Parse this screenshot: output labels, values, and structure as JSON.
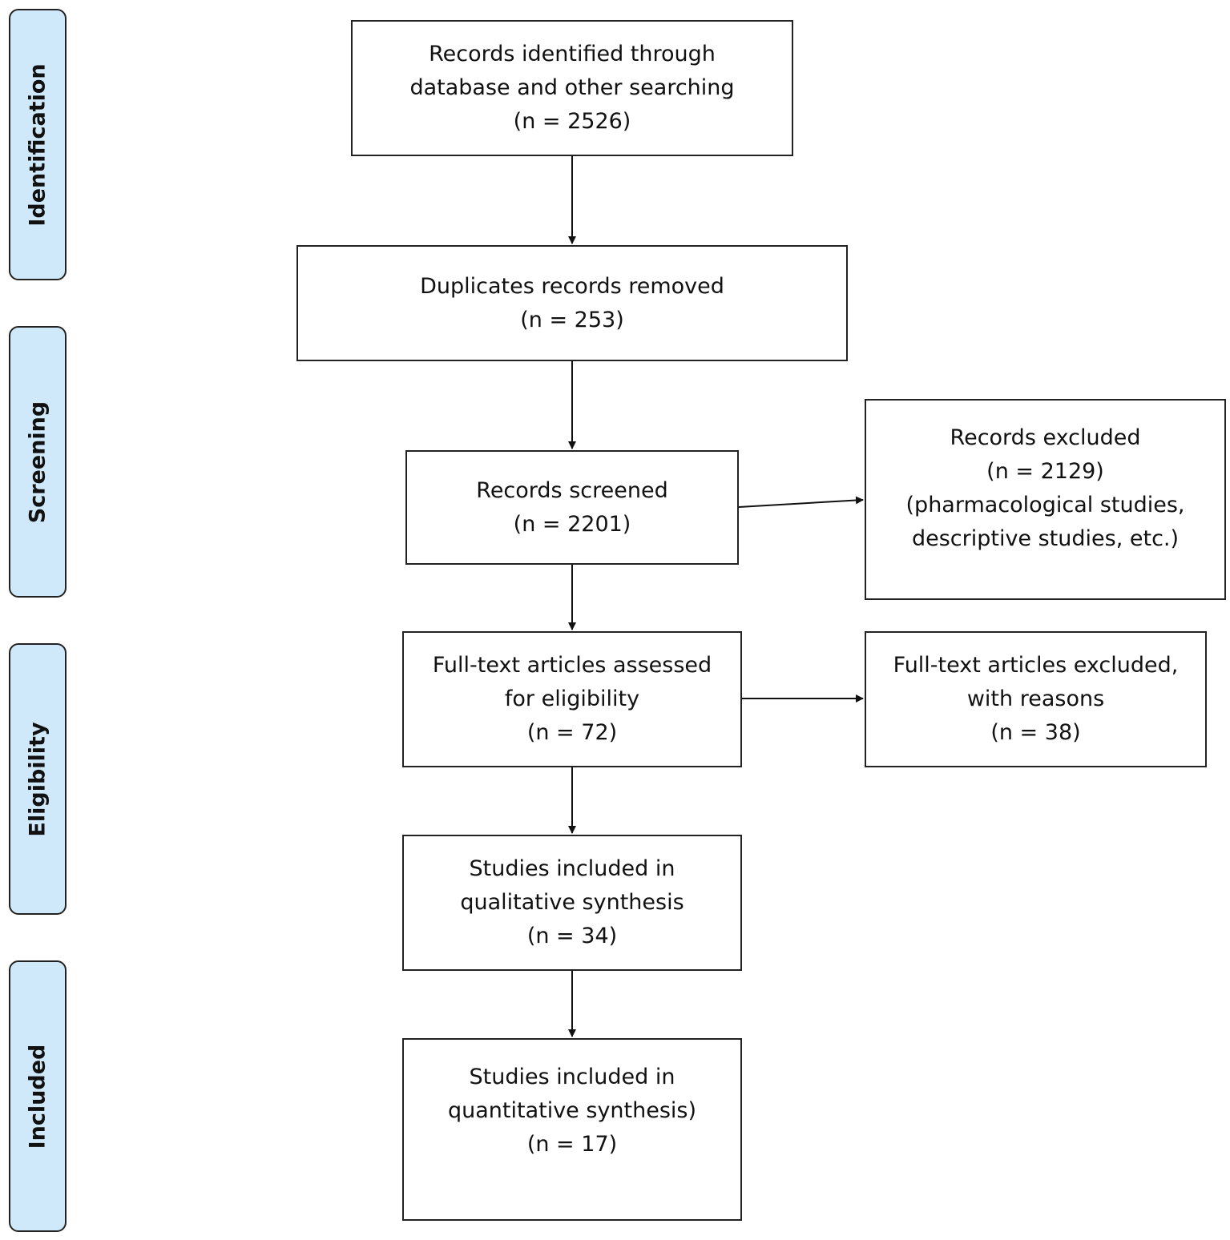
{
  "phases": {
    "identification": "Identification",
    "screening": "Screening",
    "eligibility": "Eligibility",
    "included": "Included"
  },
  "boxes": {
    "identified": [
      "Records identified through",
      "database and other searching",
      "(n = 2526)"
    ],
    "duplicates": [
      "Duplicates records removed",
      "(n = 253)"
    ],
    "screened": [
      "Records screened",
      "(n = 2201)"
    ],
    "excluded": [
      "Records excluded",
      "(n = 2129)",
      "(pharmacological studies,",
      "descriptive studies, etc.)"
    ],
    "fulltext": [
      "Full-text articles assessed",
      "for eligibility",
      "(n = 72)"
    ],
    "fulltext_excluded": [
      "Full-text articles excluded,",
      "with reasons",
      "(n = 38)"
    ],
    "qualitative": [
      "Studies included in",
      "qualitative synthesis",
      "(n = 34)"
    ],
    "quantitative": [
      "Studies included in",
      "quantitative synthesis)",
      "(n = 17)"
    ]
  }
}
